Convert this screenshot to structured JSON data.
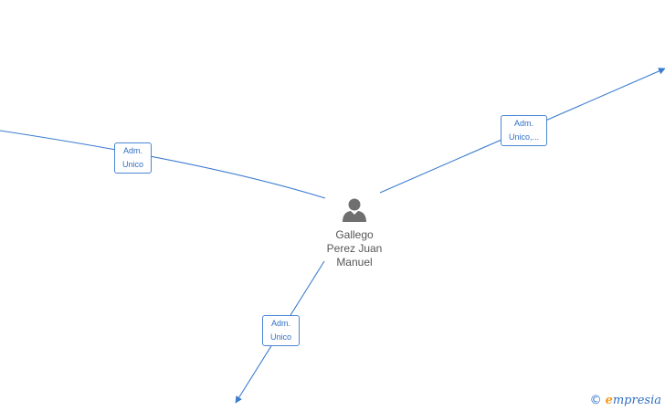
{
  "person": {
    "name_lines": [
      "Gallego",
      "Perez Juan",
      "Manuel"
    ],
    "icon": "person-icon"
  },
  "edges": [
    {
      "id": "left",
      "label_lines": [
        "Adm.",
        "Unico"
      ]
    },
    {
      "id": "right",
      "label_lines": [
        "Adm.",
        "Unico,..."
      ]
    },
    {
      "id": "bottom",
      "label_lines": [
        "Adm.",
        "Unico"
      ]
    }
  ],
  "watermark": {
    "copyright": "©",
    "brand_initial": "e",
    "brand_rest": "mpresia"
  },
  "colors": {
    "edge": "#3b7bd0",
    "label_border": "#4a86d4",
    "label_text": "#2f6fc4",
    "node_icon": "#6f6f6f",
    "node_text": "#555555",
    "brand_accent": "#f29a1e"
  }
}
